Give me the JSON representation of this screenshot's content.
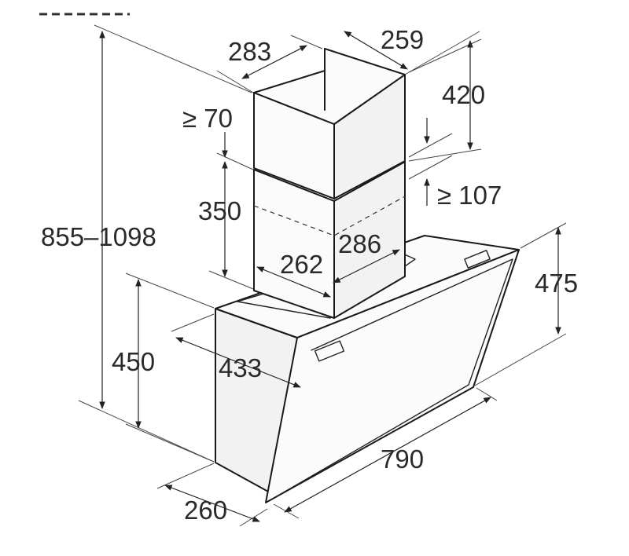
{
  "header_fragment": "",
  "dimensions": {
    "total_height": "855–1098",
    "chimney_depth_top": "283",
    "chimney_width_top": "259",
    "upper_chimney_height": "420",
    "min_overlap": "≥ 70",
    "lower_chimney_height": "350",
    "min_gap": "≥ 107",
    "lower_chimney_width": "286",
    "lower_chimney_depth": "262",
    "hood_side_height": "475",
    "hood_height": "450",
    "hood_depth": "433",
    "hood_width": "790",
    "hood_base_depth": "260"
  }
}
